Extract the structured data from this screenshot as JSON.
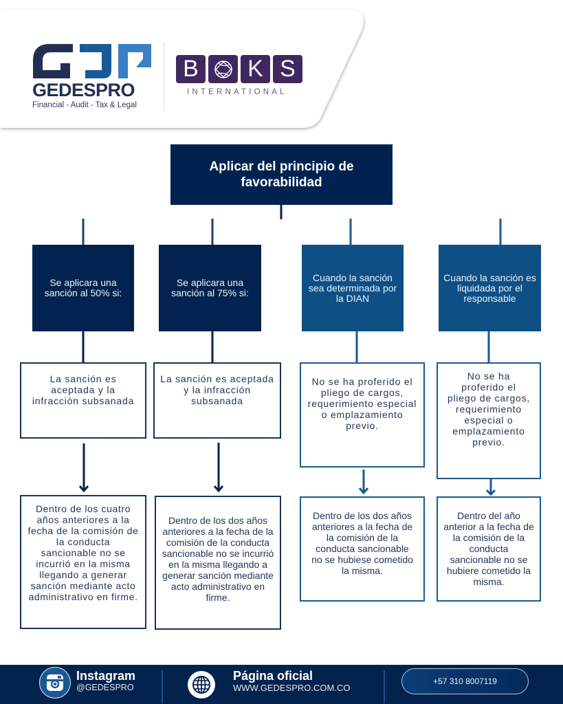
{
  "header": {
    "gdp_logo": {
      "name": "GEDESPRO",
      "tagline": "Financial - Audit - Tax & Legal",
      "colors": {
        "dark": "#232f52",
        "mid": "#1b5a96",
        "light": "#3b7fc4"
      }
    },
    "boks_logo": {
      "letters": [
        "B",
        "⊕",
        "K",
        "S"
      ],
      "subtitle": "INTERNATIONAL",
      "color": "#41275f"
    }
  },
  "flowchart": {
    "root": {
      "label": "Aplicar del principio de favorabilidad"
    },
    "branches": [
      {
        "condition": "Se aplicara una sanción al 50% si:",
        "requirement": "La sanción es aceptada y la infracción subsanada",
        "detail": "Dentro de los cuatro años anteriores a la fecha de la comisión de la conducta sancionable no se incurrió en la misma llegando a generar sanción mediante acto administrativo en firme.",
        "style": "dark"
      },
      {
        "condition": "Se aplicara una sanción al 75% si:",
        "requirement": "La sanción es aceptada y la infracción subsanada",
        "detail": "Dentro de los dos años anteriores a la fecha de la comisión de la conducta sancionable no se incurrió en la misma llegando a generar sanción mediante acto administrativo en firme.",
        "style": "dark"
      },
      {
        "condition": "Cuando la sanción sea determinada por la DIAN",
        "requirement": "No se ha proferido el pliego de cargos, requerimiento especial o emplazamiento previo.",
        "detail": "Dentro de los dos años anteriores a la fecha de la comisión de la conducta sancionable no se hubiese cometido la misma.",
        "style": "blue"
      },
      {
        "condition": "Cuando la sanción es liquidada por el responsable",
        "requirement": "No se ha proferido el pliego de cargos, requerimiento especial o emplazamiento previo.",
        "detail": "Dentro del año anterior a la fecha de la comisión de la conducta sancionable no se hubiere cometido la misma.",
        "style": "blue"
      }
    ],
    "colors": {
      "dark": "#02234f",
      "blue": "#0e4f85"
    }
  },
  "footer": {
    "instagram": {
      "icon": "instagram-icon",
      "title": "Instagram",
      "handle": "@GEDESPRO"
    },
    "website": {
      "icon": "globe-icon",
      "title": "Página oficial",
      "url": "WWW.GEDESPRO.COM.CO"
    },
    "phone": "+57 310 8007119",
    "background": "#04224e"
  }
}
